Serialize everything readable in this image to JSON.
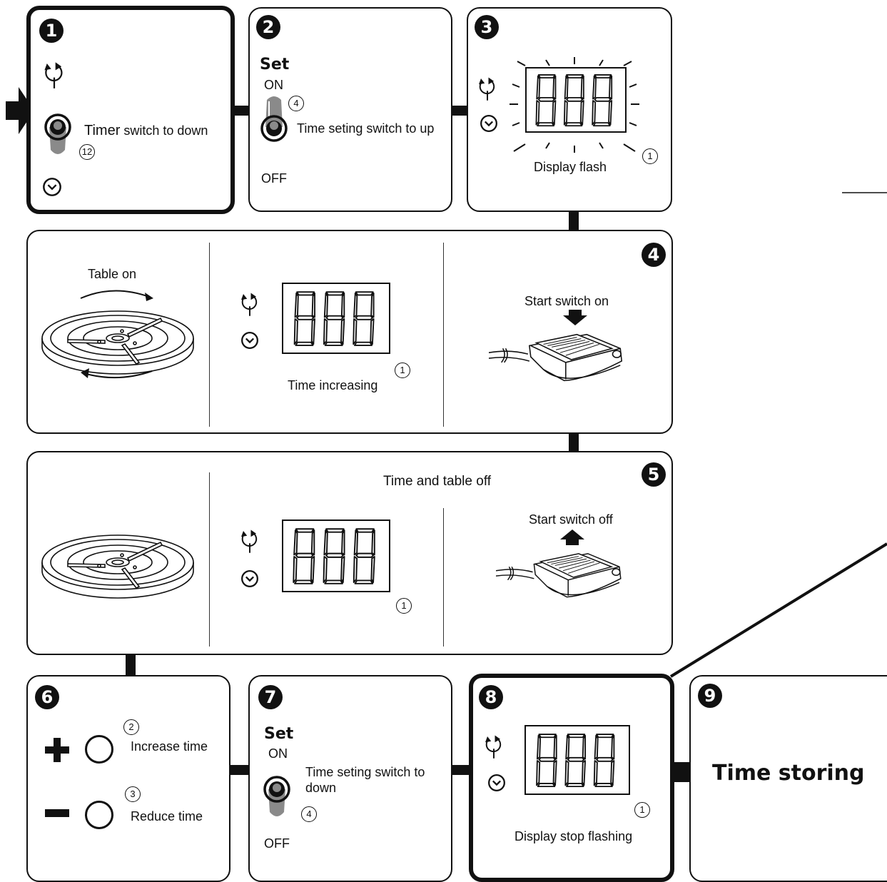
{
  "steps": {
    "s1": {
      "num": "1",
      "label_bold": "Timer",
      "label_rest": " switch to down",
      "ref": "12"
    },
    "s2": {
      "num": "2",
      "set": "Set",
      "on": "ON",
      "off": "OFF",
      "ref": "4",
      "label": "Time seting switch to  up"
    },
    "s3": {
      "num": "3",
      "label": "Display flash",
      "ref": "1"
    },
    "s4": {
      "num": "4",
      "table_label": "Table on",
      "time_label": "Time increasing",
      "ref": "1",
      "switch_label": "Start switch on"
    },
    "s5": {
      "num": "5",
      "title": "Time and table off",
      "ref": "1",
      "switch_label": "Start switch off"
    },
    "s6": {
      "num": "6",
      "plus_ref": "2",
      "plus_label": "Increase time",
      "minus_ref": "3",
      "minus_label": "Reduce time"
    },
    "s7": {
      "num": "7",
      "set": "Set",
      "on": "ON",
      "off": "OFF",
      "label_line1": "Time seting switch to",
      "label_line2": "down",
      "ref": "4"
    },
    "s8": {
      "num": "8",
      "label": "Display stop flashing",
      "ref": "1"
    },
    "s9": {
      "num": "9",
      "title": "Time storing"
    }
  },
  "colors": {
    "ink": "#111111",
    "toggle_grey": "#8a8a8a"
  }
}
